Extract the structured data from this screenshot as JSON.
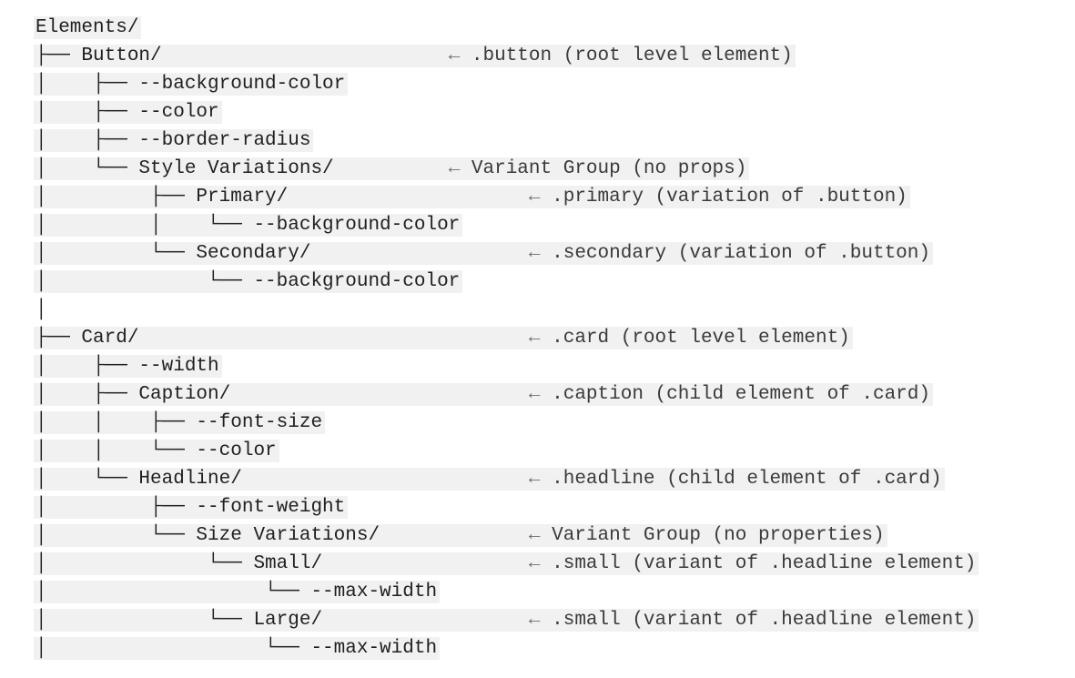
{
  "colors": {
    "background": "#ffffff",
    "line_highlight": "#f1f1f2",
    "text": "#1f1f1f",
    "annotation_text": "#3a3a3a",
    "arrow": "#6e6e6e"
  },
  "tree": {
    "arrow_glyph": "←",
    "lines": [
      {
        "prefix": "Elements/",
        "highlight": true
      },
      {
        "prefix": "├── Button/",
        "arrow_col": 36,
        "annotation": ".button (root level element)",
        "highlight": true
      },
      {
        "prefix": "│    ├── --background-color",
        "highlight": true
      },
      {
        "prefix": "│    ├── --color",
        "highlight": true
      },
      {
        "prefix": "│    ├── --border-radius",
        "highlight": true
      },
      {
        "prefix": "│    └── Style Variations/",
        "arrow_col": 36,
        "annotation": "Variant Group (no props)",
        "highlight": true
      },
      {
        "prefix": "│         ├── Primary/",
        "arrow_col": 43,
        "annotation": ".primary (variation of .button)",
        "highlight": true
      },
      {
        "prefix": "│         │    └── --background-color",
        "highlight": true
      },
      {
        "prefix": "│         └── Secondary/",
        "arrow_col": 43,
        "annotation": ".secondary (variation of .button)",
        "highlight": true
      },
      {
        "prefix": "│              └── --background-color",
        "highlight": true
      },
      {
        "prefix": "│",
        "highlight": false
      },
      {
        "prefix": "├── Card/",
        "arrow_col": 43,
        "annotation": ".card (root level element)",
        "highlight": true
      },
      {
        "prefix": "│    ├── --width",
        "highlight": true
      },
      {
        "prefix": "│    ├── Caption/",
        "arrow_col": 43,
        "annotation": ".caption (child element of .card)",
        "highlight": true
      },
      {
        "prefix": "│    │    ├── --font-size",
        "highlight": true
      },
      {
        "prefix": "│    │    └── --color",
        "highlight": true
      },
      {
        "prefix": "│    └── Headline/",
        "arrow_col": 43,
        "annotation": ".headline (child element of .card)",
        "highlight": true
      },
      {
        "prefix": "│         ├── --font-weight",
        "highlight": true
      },
      {
        "prefix": "│         └── Size Variations/",
        "arrow_col": 43,
        "annotation": "Variant Group (no properties)",
        "highlight": true
      },
      {
        "prefix": "│              └── Small/",
        "arrow_col": 43,
        "annotation": ".small (variant of .headline element)",
        "highlight": true
      },
      {
        "prefix": "│                   └── --max-width",
        "highlight": true
      },
      {
        "prefix": "│              └── Large/",
        "arrow_col": 43,
        "annotation": ".small (variant of .headline element)",
        "highlight": true
      },
      {
        "prefix": "│                   └── --max-width",
        "highlight": true
      }
    ]
  }
}
